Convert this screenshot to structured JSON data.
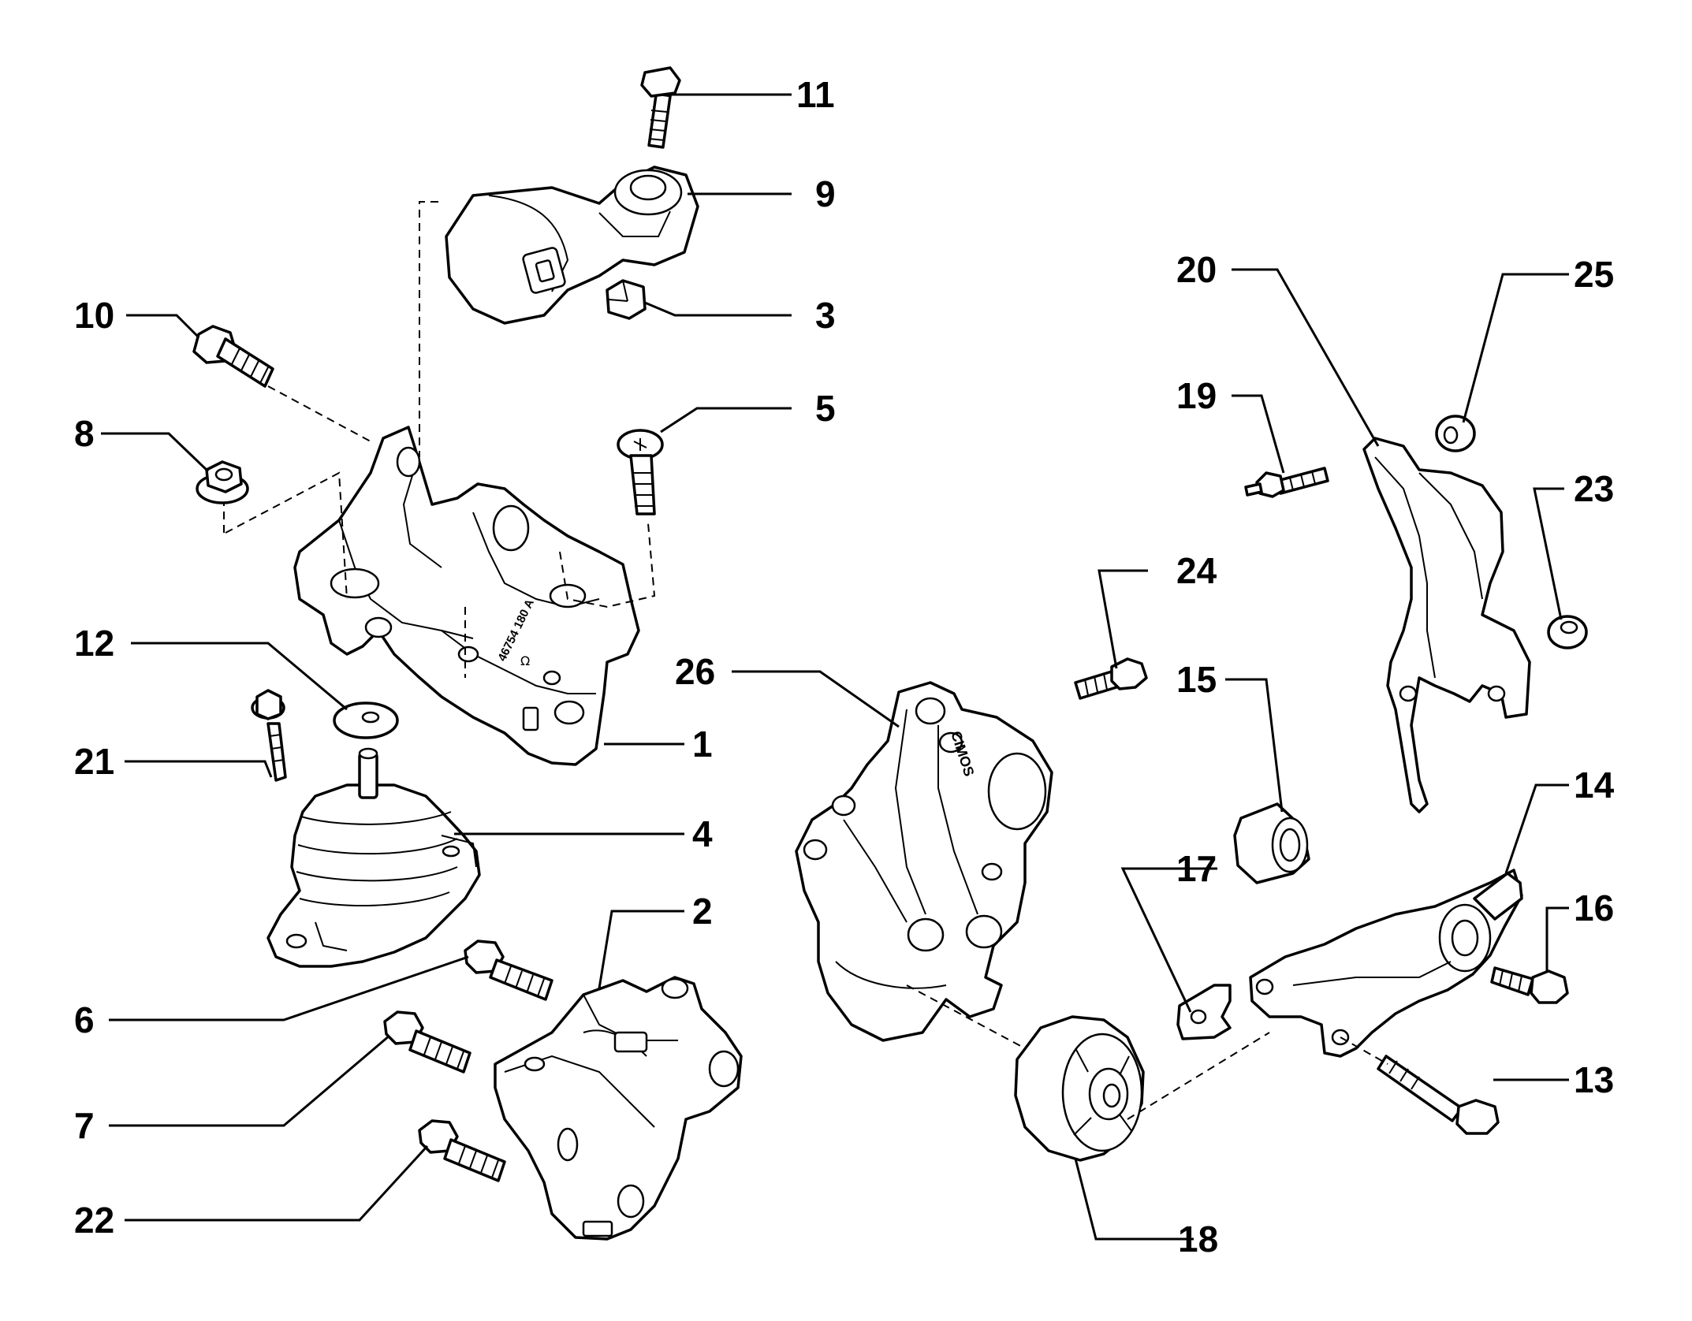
{
  "labels": {
    "l1": "1",
    "l2": "2",
    "l3": "3",
    "l4": "4",
    "l5": "5",
    "l6": "6",
    "l7": "7",
    "l8": "8",
    "l9": "9",
    "l10": "10",
    "l11": "11",
    "l12": "12",
    "l13": "13",
    "l14": "14",
    "l15": "15",
    "l16": "16",
    "l17": "17",
    "l18": "18",
    "l19": "19",
    "l20": "20",
    "l21": "21",
    "l22": "22",
    "l23": "23",
    "l24": "24",
    "l25": "25",
    "l26": "26"
  },
  "stamps": {
    "part_number": "46754 180 A",
    "bearing_mark": "Ω",
    "casting_mark": "CIMOS"
  }
}
